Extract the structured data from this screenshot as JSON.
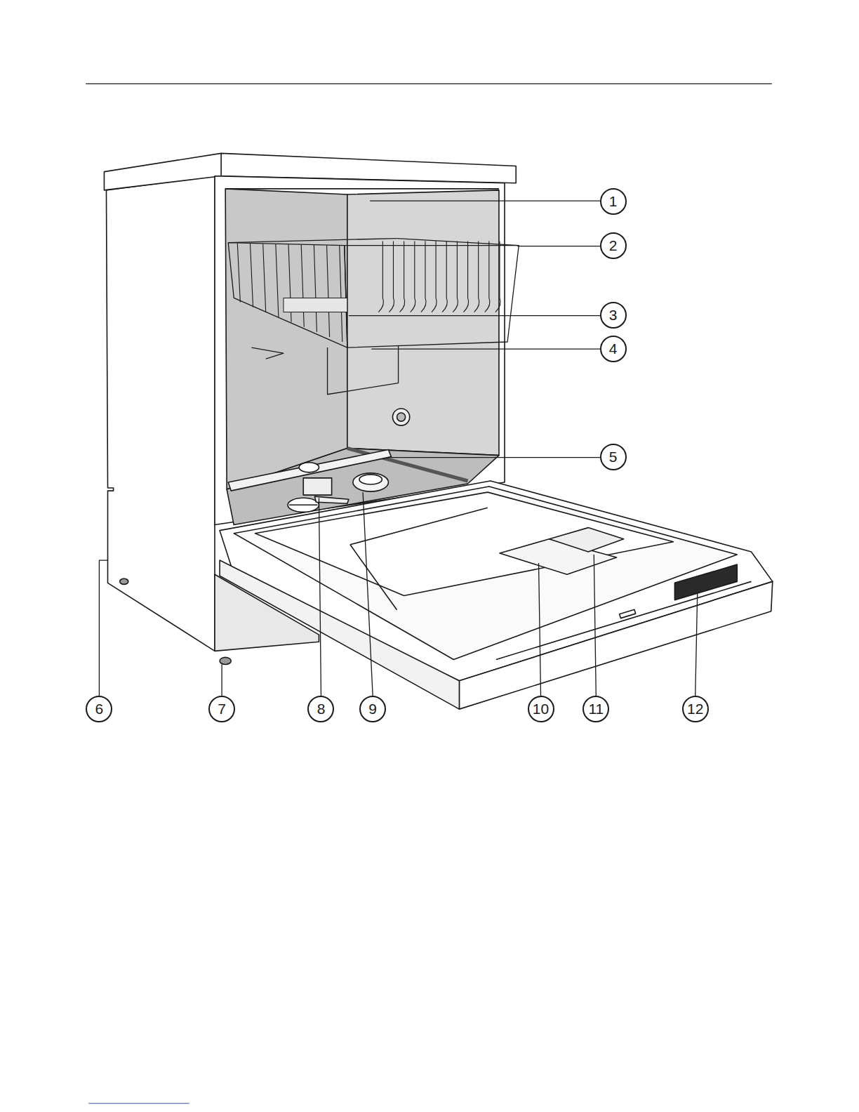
{
  "diagram": {
    "labels": [
      "1",
      "2",
      "3",
      "4",
      "5",
      "6",
      "7",
      "8",
      "9",
      "10",
      "11",
      "12"
    ]
  }
}
